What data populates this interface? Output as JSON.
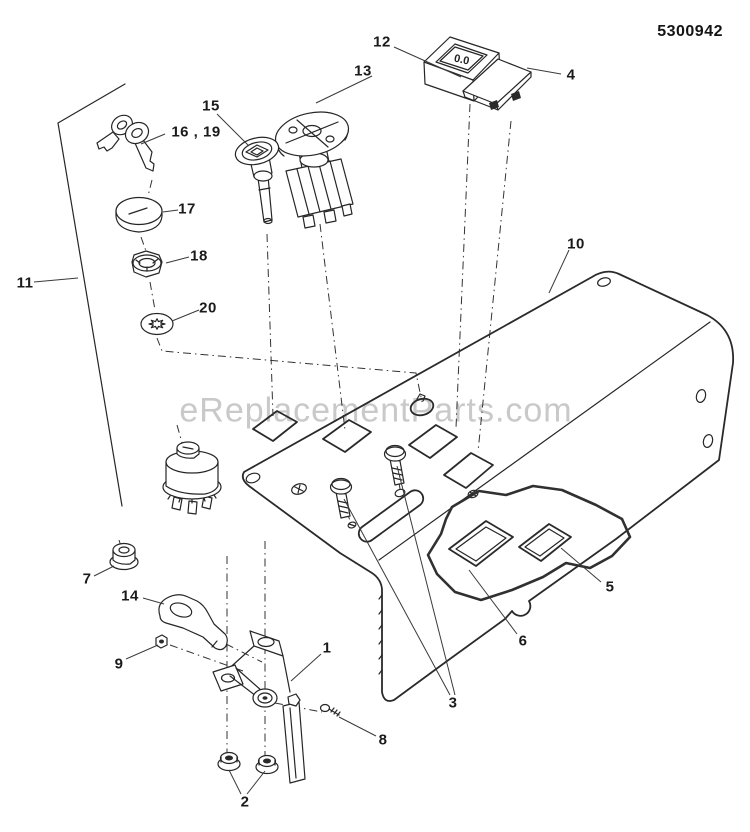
{
  "page": {
    "part_number": "5300942",
    "watermark": "eReplacementParts.com",
    "background_color": "#ffffff",
    "ink_color": "#262626",
    "watermark_color": "#c9c9c9"
  },
  "hour_meter": {
    "display": "0.0"
  },
  "callouts": [
    {
      "label": "1"
    },
    {
      "label": "2"
    },
    {
      "label": "3"
    },
    {
      "label": "4"
    },
    {
      "label": "5"
    },
    {
      "label": "6"
    },
    {
      "label": "7"
    },
    {
      "label": "8"
    },
    {
      "label": "9"
    },
    {
      "label": "10"
    },
    {
      "label": "11"
    },
    {
      "label": "12"
    },
    {
      "label": "13"
    },
    {
      "label": "14"
    },
    {
      "label": "15"
    },
    {
      "label": "16 , 19"
    },
    {
      "label": "17"
    },
    {
      "label": "18"
    },
    {
      "label": "20"
    }
  ]
}
